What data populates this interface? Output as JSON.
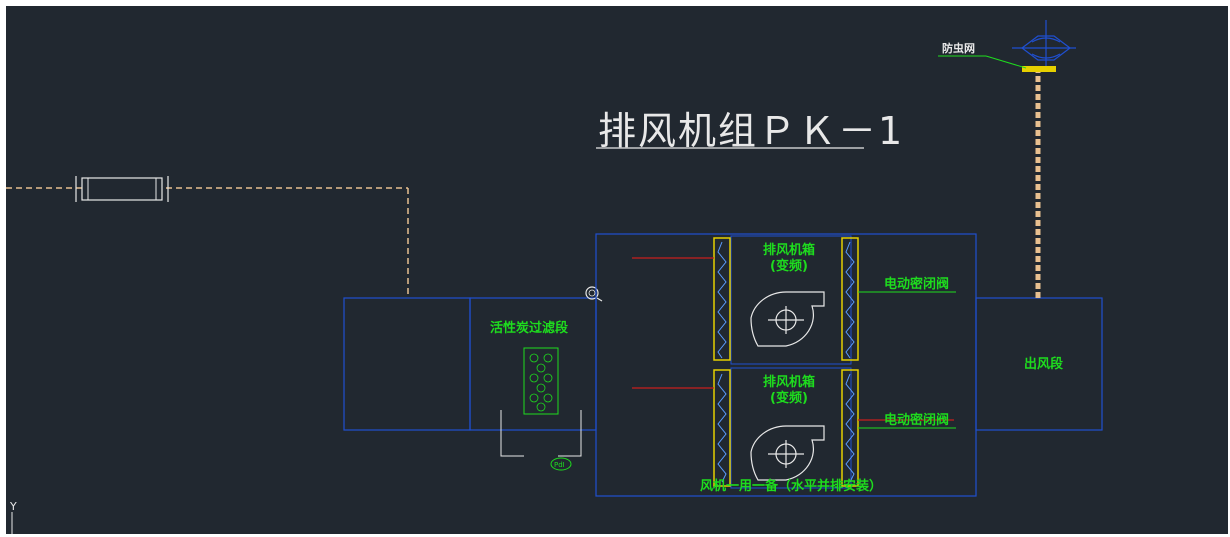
{
  "diagram": {
    "title": "排风机组ＰＫ－1",
    "insect_screen_label": "防虫网",
    "carbon_filter_label": "活性炭过滤段",
    "fan_box_top_line1": "排风机箱",
    "fan_box_top_line2": "(变频)",
    "fan_box_bottom_line1": "排风机箱",
    "fan_box_bottom_line2": "(变频)",
    "damper_top_label": "电动密闭阀",
    "damper_bottom_label": "电动密闭阀",
    "outlet_label": "出风段",
    "fan_note": "风机一用一备（水平并排安装）",
    "pdi_label": "PdI",
    "axis_label": "Y"
  },
  "colors": {
    "background": "#212830",
    "box_line": "#1f4fd0",
    "label_green": "#1edc1e",
    "dashed_duct": "#e8c090",
    "damper_yellow": "#e6d000",
    "red_line": "#c81e1e",
    "white_line": "#e8e8e8"
  }
}
